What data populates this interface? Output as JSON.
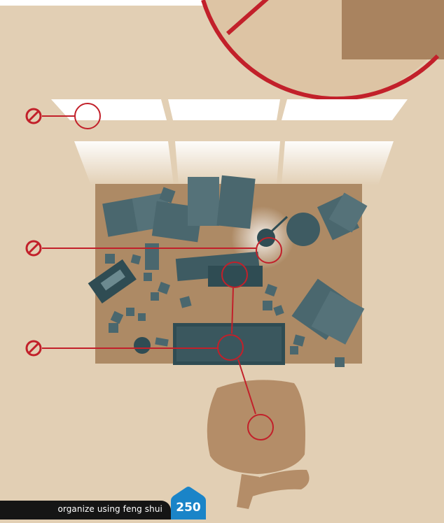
{
  "caption": {
    "text": "organize using feng shui",
    "number": "250"
  },
  "colors": {
    "background": "#e2cfb4",
    "desk": "#ad8a65",
    "items": "#4a676e",
    "items_dark": "#2f4c53",
    "marker": "#c2202a",
    "chair": "#b48d68",
    "caption_bar": "#151515",
    "badge": "#1a84c8"
  },
  "icons": [
    "prohibited-icon",
    "pointer-circle",
    "no-sign-icon"
  ]
}
